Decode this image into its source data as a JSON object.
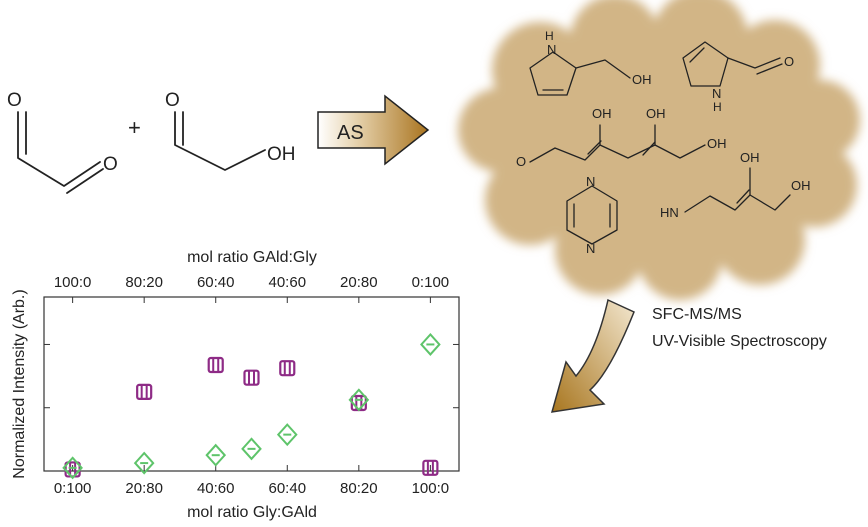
{
  "reaction": {
    "plus": "+",
    "arrow_label": "AS",
    "glyoxal_atoms": [
      "O",
      "O"
    ],
    "glycolaldehyde_atoms": [
      "O",
      "OH"
    ]
  },
  "products": {
    "imidazole_methanol": {
      "nh": "H\nN",
      "oh": "OH"
    },
    "imidazole_carbaldehyde": {
      "nh": "N\nH",
      "o": "O"
    },
    "enol_chain": {
      "o": "O",
      "oh1": "OH",
      "oh2": "OH",
      "oh3": "OH"
    },
    "pyrazine": {
      "n1": "N",
      "n2": "N"
    },
    "imine": {
      "hn": "HN",
      "oh1": "OH",
      "oh2": "OH"
    }
  },
  "analysis": {
    "line1": "SFC-MS/MS",
    "line2": "UV-Visible Spectroscopy"
  },
  "colors": {
    "purple": "#8e2b86",
    "green": "#5ec46a",
    "cloud": "#d6bc92",
    "arrow": "#b5852c"
  },
  "chart_data": {
    "type": "scatter",
    "xlabel": "mol ratio Gly:GAld",
    "top_xlabel": "mol ratio GAld:Gly",
    "ylabel": "Normalized Intensity (Arb.)",
    "x_ticklabels": [
      "0:100",
      "20:80",
      "40:60",
      "60:40",
      "80:20",
      "100:0"
    ],
    "top_ticklabels": [
      "100:0",
      "80:20",
      "60:40",
      "40:60",
      "20:80",
      "0:100"
    ],
    "x_tick_values": [
      0,
      20,
      40,
      60,
      80,
      100
    ],
    "xlim": [
      -8,
      108
    ],
    "ylim": [
      0,
      1.1
    ],
    "y_ticks": [
      0,
      0.4,
      0.8
    ],
    "grid": false,
    "series": [
      {
        "marker": "square",
        "color": "#8e2b86",
        "x": [
          0,
          20,
          40,
          50,
          60,
          80,
          100
        ],
        "y": [
          0.01,
          0.5,
          0.67,
          0.59,
          0.65,
          0.43,
          0.02
        ]
      },
      {
        "marker": "diamond",
        "color": "#5ec46a",
        "x": [
          0,
          20,
          40,
          50,
          60,
          80,
          100
        ],
        "y": [
          0.02,
          0.05,
          0.1,
          0.14,
          0.23,
          0.45,
          0.8
        ]
      }
    ]
  }
}
